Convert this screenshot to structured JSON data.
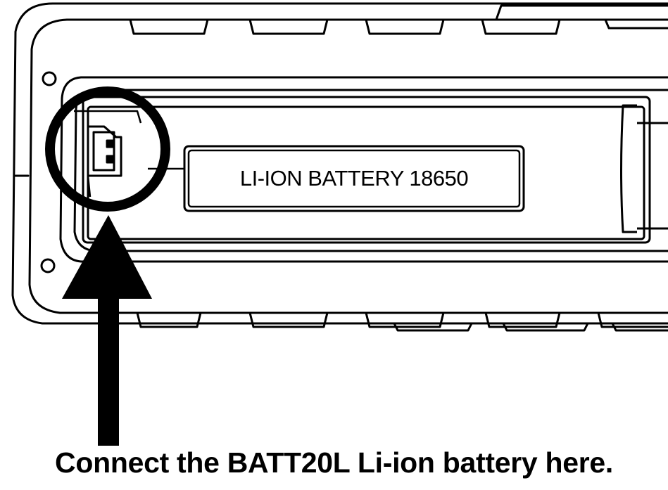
{
  "battery_label": "LI-ION BATTERY 18650",
  "caption": "Connect the BATT20L Li-ion battery here.",
  "colors": {
    "line": "#000000",
    "background": "#ffffff"
  },
  "icons": {
    "highlight": "circle-highlight",
    "pointer": "arrow-up-icon",
    "connector": "battery-connector-icon"
  }
}
